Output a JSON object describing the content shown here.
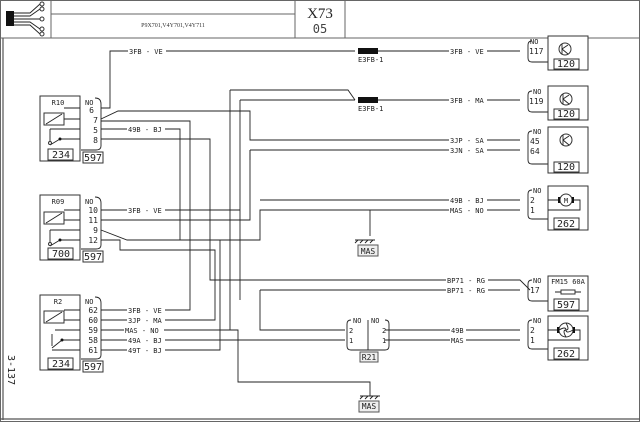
{
  "title_block": {
    "vehicle_codes": "P9X701,V4Y701,V4Y711",
    "diagram_id": "X73",
    "sheet": "05",
    "icon": "connector-harness-icon"
  },
  "page_ref": "3-137",
  "components": {
    "r10": {
      "name": "R10",
      "code": "234",
      "connector": "597",
      "pins": [
        "NO",
        "6",
        "7",
        "5",
        "8"
      ]
    },
    "r09": {
      "name": "R09",
      "code": "700",
      "connector": "597",
      "pins": [
        "NO",
        "10",
        "11",
        "9",
        "12"
      ]
    },
    "r2": {
      "name": "R2",
      "code": "234",
      "connector": "597",
      "pins": [
        "NO",
        "62",
        "60",
        "59",
        "58",
        "61"
      ]
    },
    "c117": {
      "pin_no": "NO",
      "pin": "117",
      "code": "120",
      "icon": "transistor-icon"
    },
    "c119": {
      "pin_no": "NO",
      "pin": "119",
      "code": "120",
      "icon": "transistor-icon"
    },
    "c45": {
      "pin_no": "NO",
      "pins": [
        "45",
        "64"
      ],
      "code": "120",
      "icon": "transistor-icon"
    },
    "motor": {
      "pin_no": "NO",
      "pins": [
        "2",
        "1"
      ],
      "code": "262",
      "icon": "motor-icon"
    },
    "fuse": {
      "pin_no": "NO",
      "pin": "17",
      "label": "FM15 60A",
      "code": "597",
      "icon": "fuse-icon"
    },
    "fan": {
      "pin_no": "NO",
      "pins": [
        "2",
        "1"
      ],
      "code": "262",
      "icon": "fan-motor-icon"
    },
    "r21": {
      "name": "R21",
      "pins_left": [
        "NO",
        "2",
        "1"
      ],
      "pins_right": [
        "NO",
        "2",
        "1"
      ]
    },
    "ground1": {
      "label": "MAS"
    },
    "ground2": {
      "label": "MAS"
    }
  },
  "splices": [
    {
      "label": "E3FB-1"
    },
    {
      "label": "E3FB-1"
    }
  ],
  "wires": {
    "w_3fb_ve_top": "3FB - VE",
    "w_3fb_ve_right": "3FB - VE",
    "w_3fb_ma": "3FB - MA",
    "w_3jp_sa": "3JP - SA",
    "w_3jn_sa": "3JN - SA",
    "w_49b_bj_r10": "49B - BJ",
    "w_3fb_ve_r09": "3FB - VE",
    "w_49b_bj_motor": "49B - BJ",
    "w_mas_no_motor": "MAS - NO",
    "w_bp71_rg_1": "BP71 - RG",
    "w_bp71_rg_2": "BP71 - RG",
    "w_3fb_ve_r2": "3FB - VE",
    "w_3jp_ma_r2": "3JP - MA",
    "w_mas_no_r2": "MAS - NO",
    "w_49a_bj_r2": "49A - BJ",
    "w_49t_bj_r2": "49T - BJ",
    "w_49b_fan": "49B",
    "w_mas_fan": "MAS"
  }
}
